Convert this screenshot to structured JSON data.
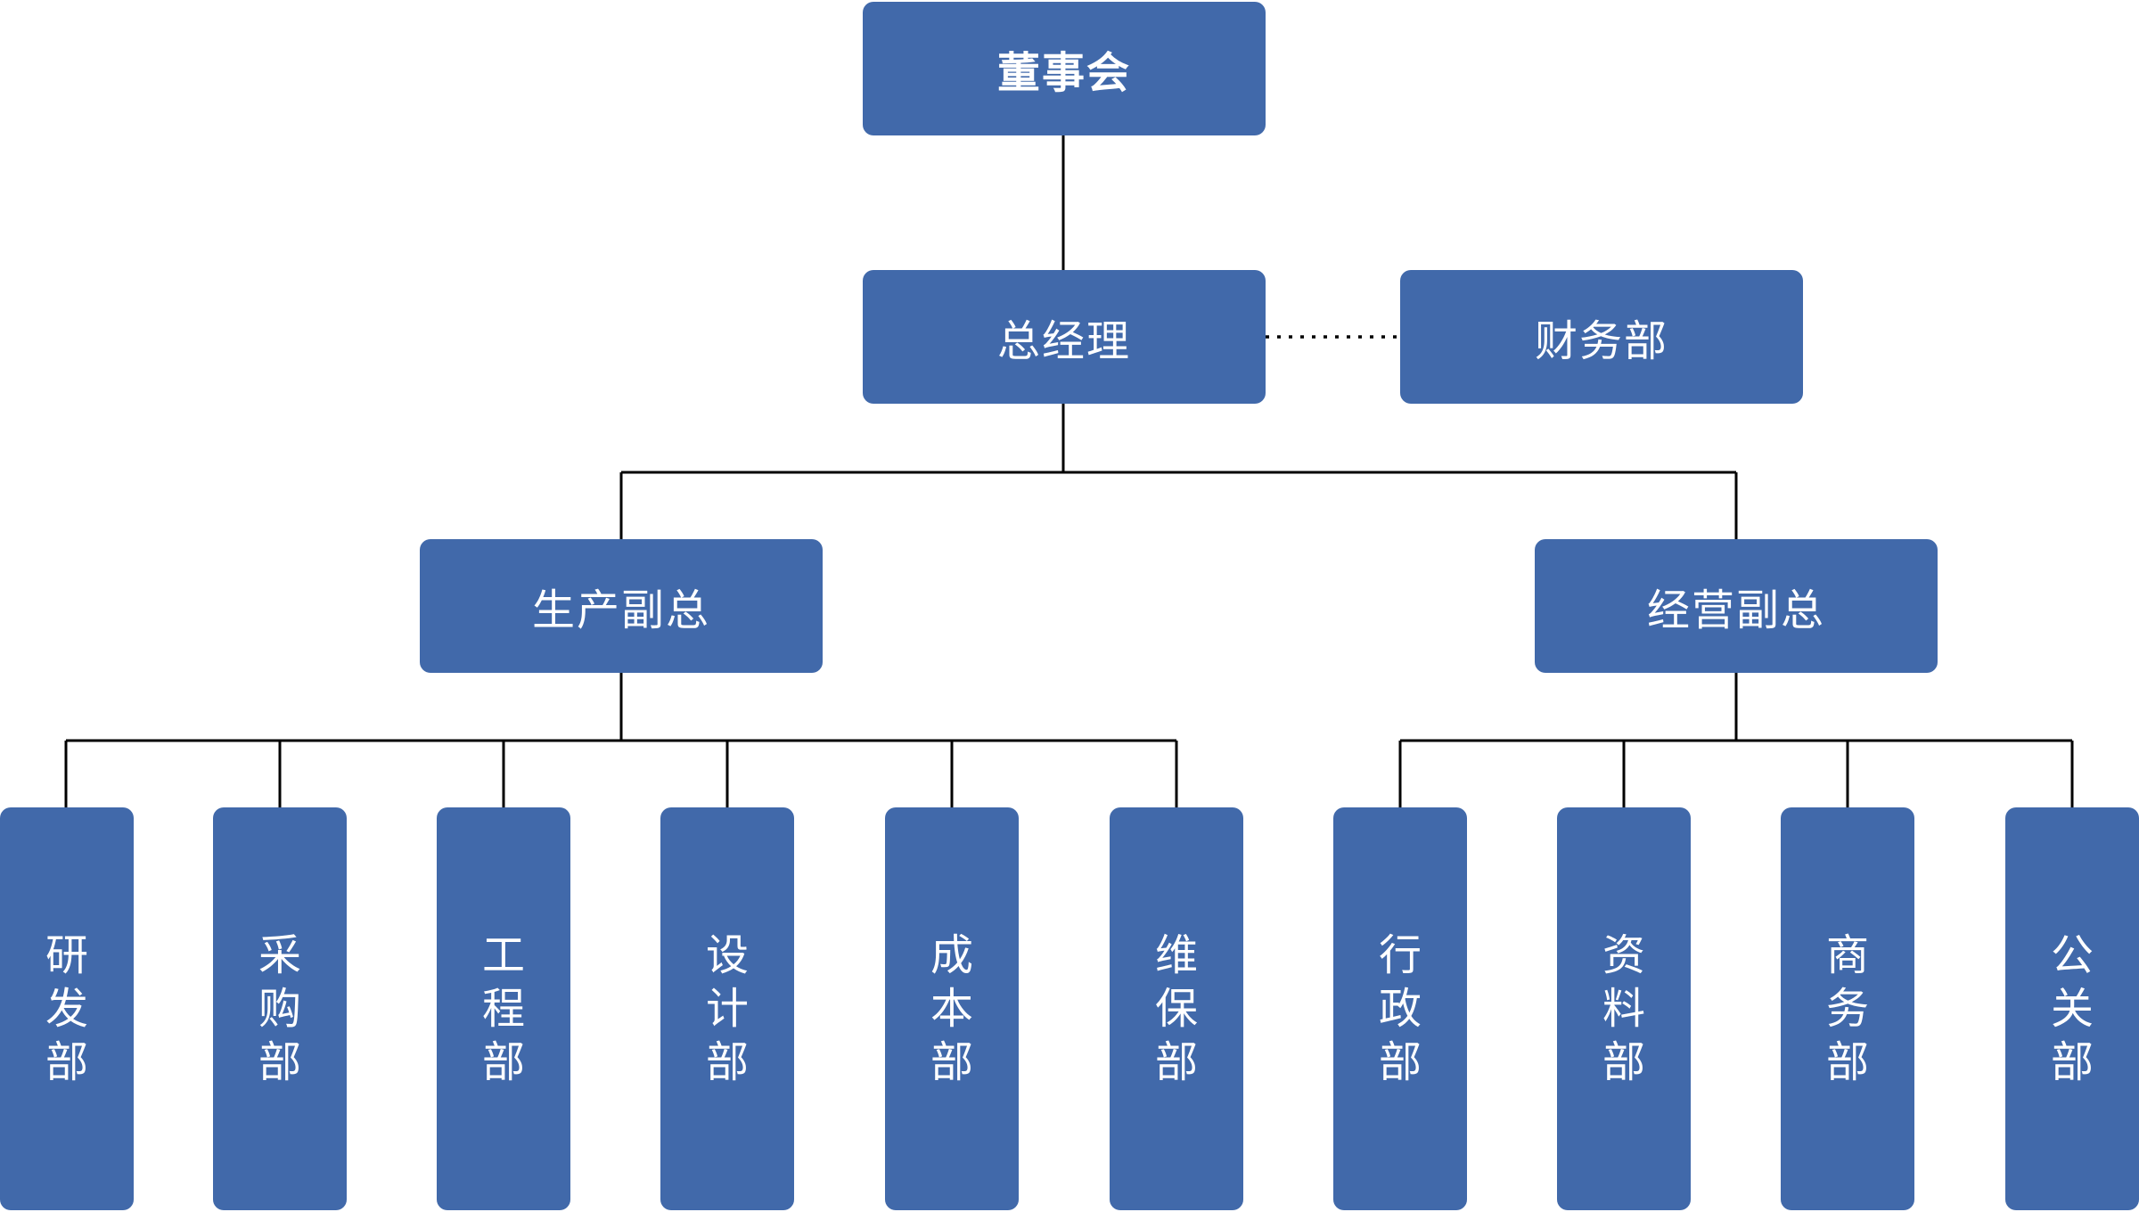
{
  "colors": {
    "node_fill": "#4169AA",
    "node_text": "#FFFFFF",
    "connector": "#000000"
  },
  "nodes": {
    "board": "董事会",
    "gm": "总经理",
    "finance": "财务部",
    "vp_production": "生产副总",
    "vp_operations": "经营副总",
    "departments": [
      "研发部",
      "采购部",
      "工程部",
      "设计部",
      "成本部",
      "维保部",
      "行政部",
      "资料部",
      "商务部",
      "公关部"
    ]
  }
}
